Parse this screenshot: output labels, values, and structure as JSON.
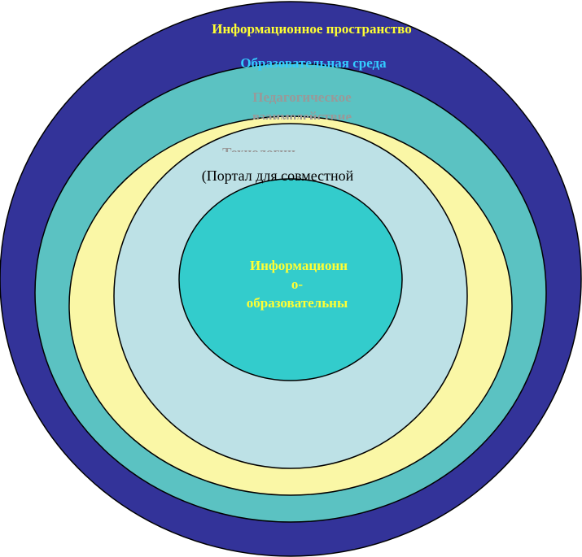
{
  "diagram": {
    "rings": [
      {
        "id": "information-space",
        "lines": [
          "Информационное пространство"
        ],
        "fill": "#333399",
        "text_color": "#FFFF33"
      },
      {
        "id": "educational-environment",
        "lines": [
          "Образовательная среда"
        ],
        "fill": "#5BC2C2",
        "text_color": "#33CCFF"
      },
      {
        "id": "pedagogical-interaction",
        "lines": [
          "Педагогическое",
          "взаимодействие"
        ],
        "fill": "#FAF7A6",
        "text_color": "#999999"
      },
      {
        "id": "technologies",
        "lines": [
          "Технологии",
          "(Портал для совместной"
        ],
        "fill": "#BDE1E6",
        "text_color": "#999999",
        "second_line_color": "#000000"
      },
      {
        "id": "core",
        "lines": [
          "Информационн",
          "о-",
          "образовательны"
        ],
        "fill": "#33CCCC",
        "text_color": "#FFFF33"
      }
    ],
    "stroke_color": "#000000"
  }
}
